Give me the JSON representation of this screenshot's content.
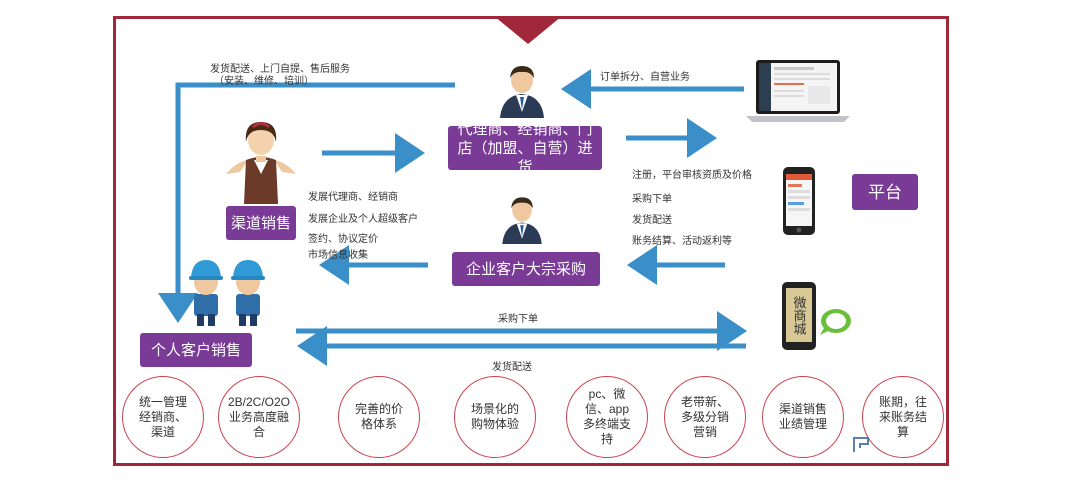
{
  "nodes": {
    "distributor": "代理商、经销商、门店（加盟、自营）进货",
    "channel_sales": "渠道销售",
    "enterprise": "企业客户大宗采购",
    "individual": "个人客户销售",
    "platform": "平台"
  },
  "notes": {
    "delivery_top_1": "发货配送、上门自提、售后服务",
    "delivery_top_2": "（安装、维修、培训）",
    "order_split": "订单拆分、自营业务",
    "register": "注册，平台审核资质及价格",
    "purchase_order": "采购下单",
    "ship": "发货配送",
    "settle": "账务结算、活动返利等",
    "dev_agents": "发展代理商、经销商",
    "dev_enterprise": "发展企业及个人超级客户",
    "sign": "签约、协议定价",
    "market": "市场信息收集",
    "bottom_order": "采购下单",
    "bottom_ship": "发货配送"
  },
  "wechat_mall": "微商城",
  "features": [
    "统一管理经销商、渠道",
    "2B/2C/O2O业务高度融合",
    "完善的价格体系",
    "场景化的购物体验",
    "pc、微信、app多终端支持",
    "老带新、多级分销营销",
    "渠道销售业绩管理",
    "账期，往来账务结算"
  ],
  "colors": {
    "arrow": "#3a8fc8",
    "node": "#7a3b97",
    "frame": "#a0283a"
  }
}
